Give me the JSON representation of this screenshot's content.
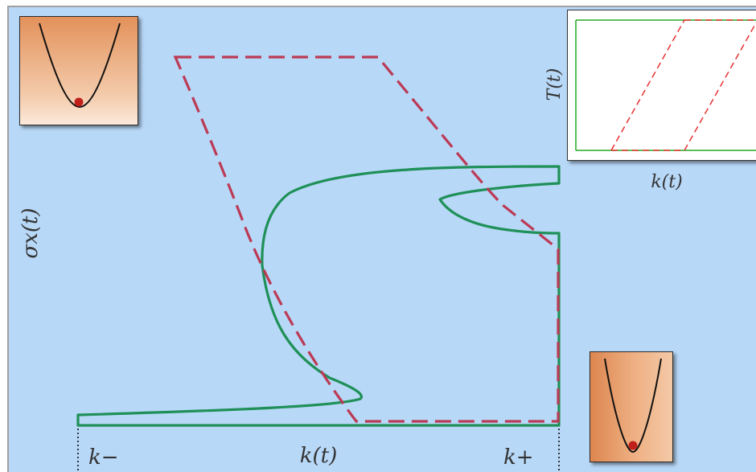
{
  "main_plot": {
    "x_label": "k(t)",
    "y_label": "σx(t)",
    "x_tick_min": "k−",
    "x_tick_max": "k+"
  },
  "inset": {
    "x_label": "k(t)",
    "y_label": "T(t)"
  },
  "colors": {
    "background": "#b8d8f8",
    "frame": "#a0a0a0",
    "dashed_curve": "#bb3a55",
    "solid_curve": "#1f9058",
    "inset_dashed": "#e83030",
    "inset_frame": "#22aa22",
    "ball": "#c0201a"
  }
}
